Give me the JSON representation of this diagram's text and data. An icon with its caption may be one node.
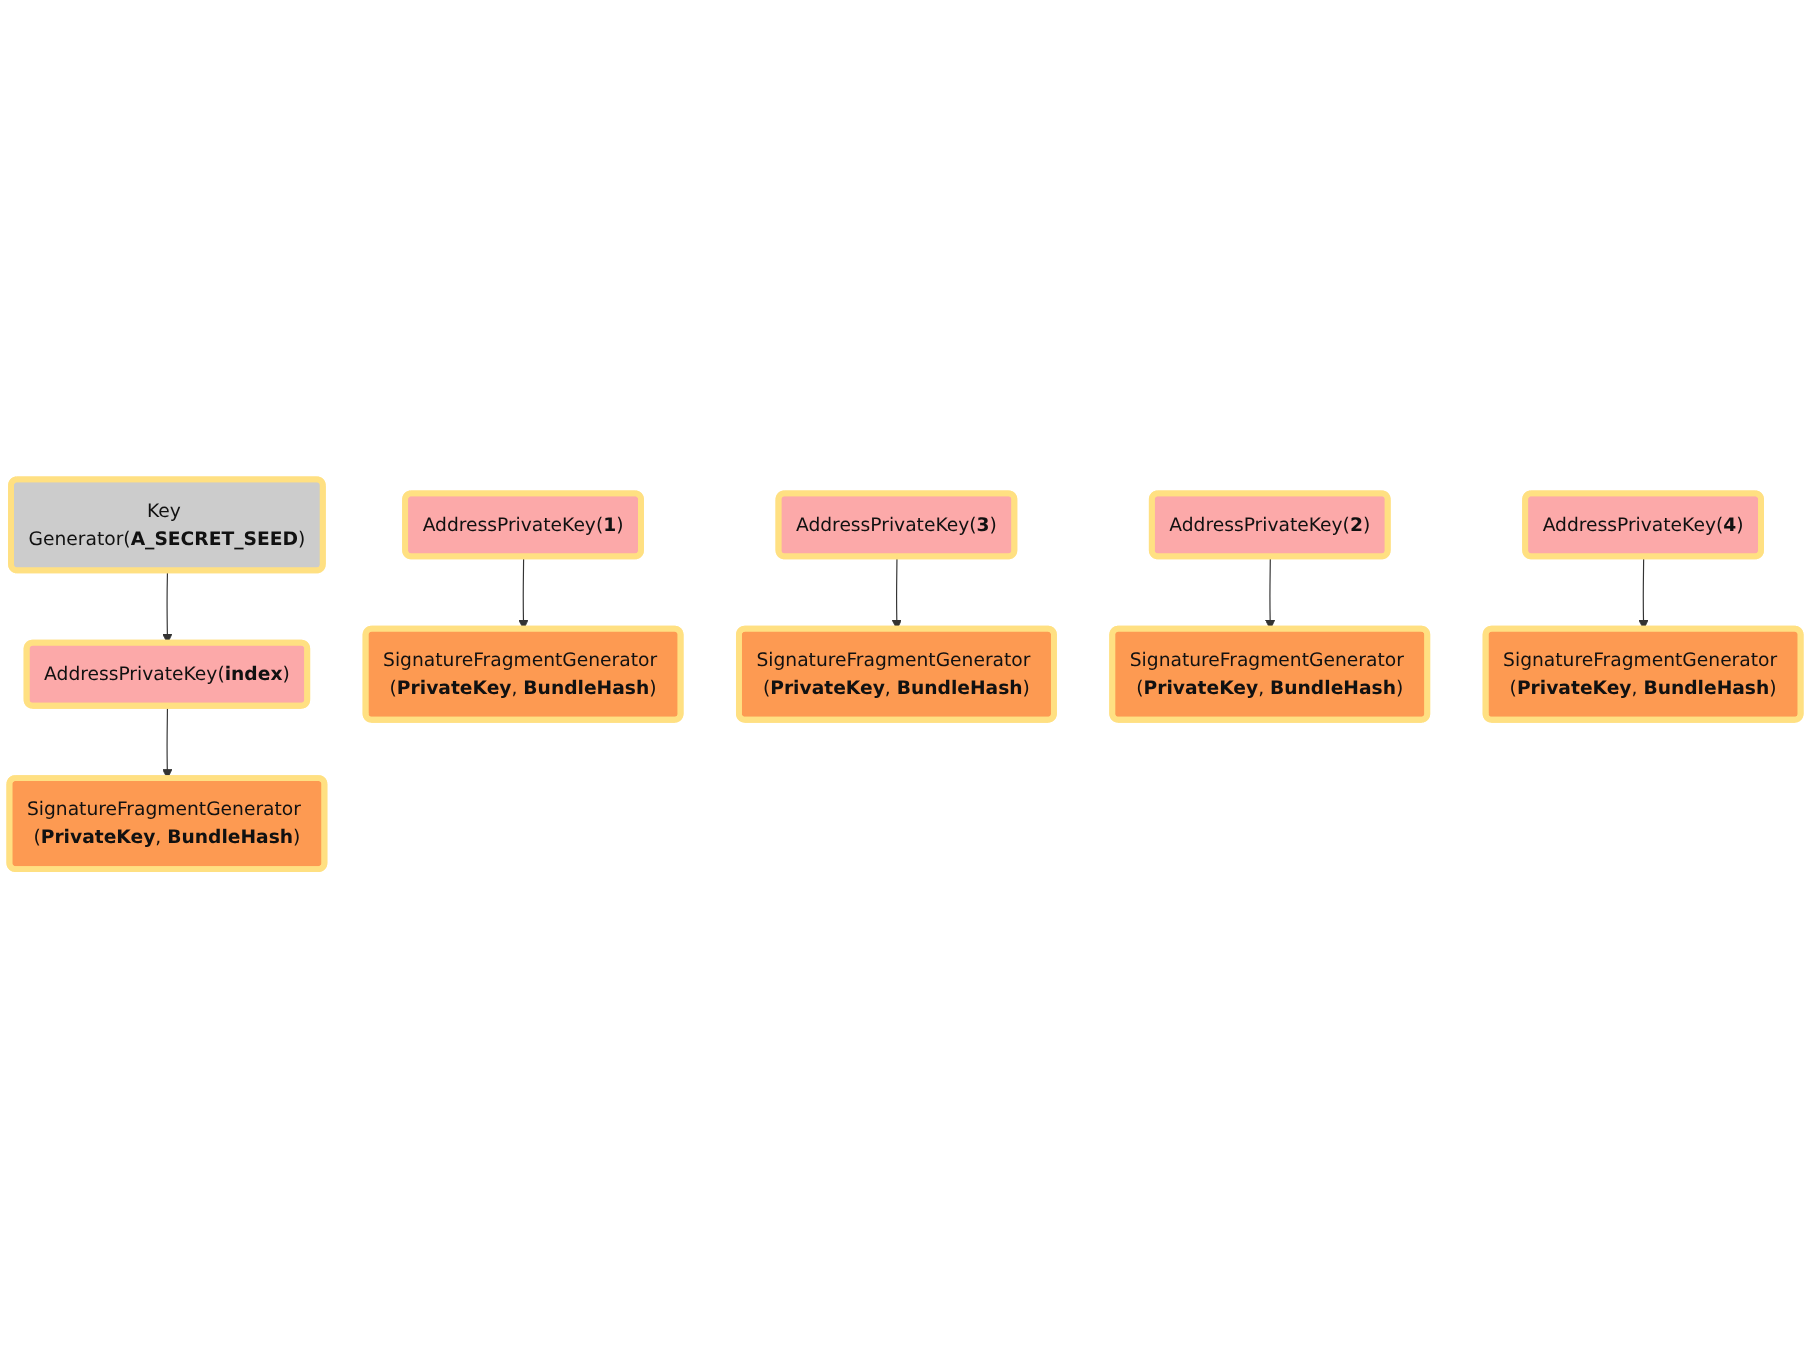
{
  "diagram": {
    "nodes": [
      {
        "text": [
          "Key Generator(**A_SECRET_SEED**)"
        ]
      },
      {
        "text": [
          "AddressPrivateKey(**index**)"
        ]
      },
      {
        "text": [
          "SignatureFragmentGenerator (**PrivateKey**, **BundleHash**)"
        ]
      },
      {
        "text": [
          "AddressPrivateKey(**1**)"
        ]
      },
      {
        "text": [
          "AddressPrivateKey(**3**)"
        ]
      },
      {
        "text": [
          "SignatureFragmentGenerator (**PrivateKey**, **BundleHash**)"
        ]
      },
      {
        "text": [
          "SignatureFragmentGenerator (**PrivateKey**, **BundleHash**)"
        ]
      },
      {
        "text": [
          "AddressPrivateKey(**2**)"
        ]
      },
      {
        "text": [
          "AddressPrivateKey(**4**)"
        ]
      },
      {
        "text": [
          "SignatureFragmentGenerator (**PrivateKey**, **BundleHash**)"
        ]
      },
      {
        "text": [
          "SignatureFragmentGenerator (**PrivateKey**, **BundleHash**)"
        ]
      }
    ],
    "edges": [
      {
        "from": 0,
        "to": 1,
        "arrow": "to"
      },
      {
        "from": 1,
        "to": 2,
        "arrow": "to"
      },
      {
        "from": 3,
        "to": 5,
        "arrow": "to"
      },
      {
        "from": 4,
        "to": 6,
        "arrow": "to"
      },
      {
        "from": 7,
        "to": 9,
        "arrow": "to"
      },
      {
        "from": 8,
        "to": 10,
        "arrow": "to"
      }
    ]
  }
}
